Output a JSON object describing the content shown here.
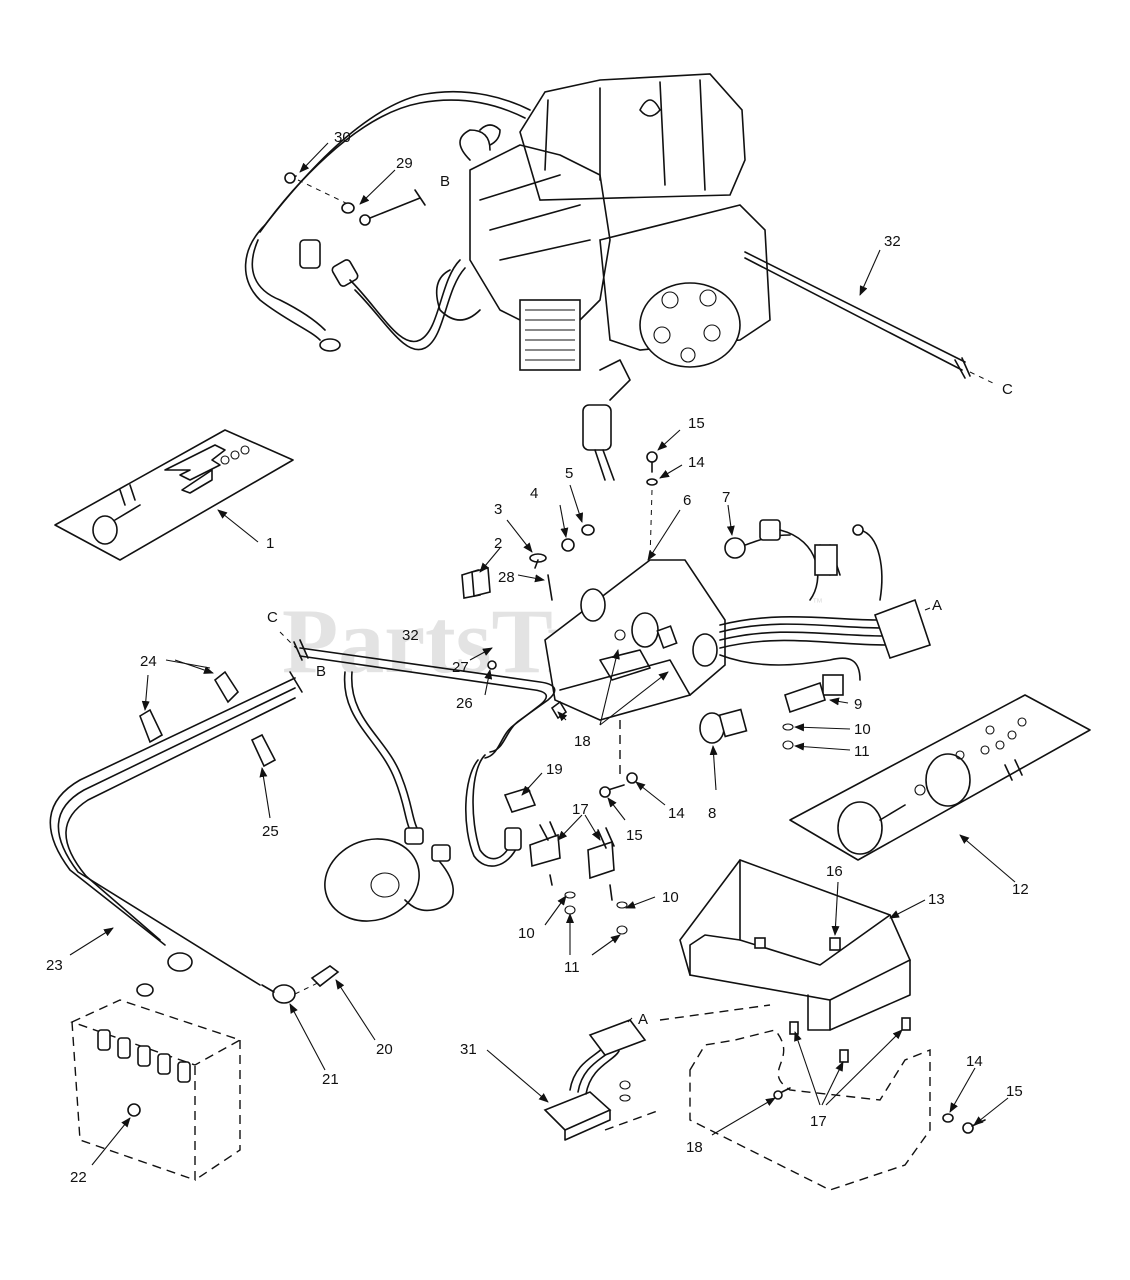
{
  "watermark": {
    "text": "PartsTree",
    "mark": "™"
  },
  "callouts": [
    {
      "id": "c30",
      "text": "30"
    },
    {
      "id": "c29",
      "text": "29"
    },
    {
      "id": "cB1",
      "text": "B"
    },
    {
      "id": "c32a",
      "text": "32"
    },
    {
      "id": "cC1",
      "text": "C"
    },
    {
      "id": "c15a",
      "text": "15"
    },
    {
      "id": "c14a",
      "text": "14"
    },
    {
      "id": "c1",
      "text": "1"
    },
    {
      "id": "c5",
      "text": "5"
    },
    {
      "id": "c4",
      "text": "4"
    },
    {
      "id": "c3",
      "text": "3"
    },
    {
      "id": "c6",
      "text": "6"
    },
    {
      "id": "c7",
      "text": "7"
    },
    {
      "id": "c2",
      "text": "2"
    },
    {
      "id": "c28",
      "text": "28"
    },
    {
      "id": "cA1",
      "text": "A"
    },
    {
      "id": "cC2",
      "text": "C"
    },
    {
      "id": "c32b",
      "text": "32"
    },
    {
      "id": "c24",
      "text": "24"
    },
    {
      "id": "cB2",
      "text": "B"
    },
    {
      "id": "c27",
      "text": "27"
    },
    {
      "id": "c26",
      "text": "26"
    },
    {
      "id": "c9",
      "text": "9"
    },
    {
      "id": "c10a",
      "text": "10"
    },
    {
      "id": "c11a",
      "text": "11"
    },
    {
      "id": "c18a",
      "text": "18"
    },
    {
      "id": "c19",
      "text": "19"
    },
    {
      "id": "c8",
      "text": "8"
    },
    {
      "id": "c14b",
      "text": "14"
    },
    {
      "id": "c15b",
      "text": "15"
    },
    {
      "id": "c17a",
      "text": "17"
    },
    {
      "id": "c25",
      "text": "25"
    },
    {
      "id": "c12",
      "text": "12"
    },
    {
      "id": "c16",
      "text": "16"
    },
    {
      "id": "c13",
      "text": "13"
    },
    {
      "id": "c10b",
      "text": "10"
    },
    {
      "id": "c10c",
      "text": "10"
    },
    {
      "id": "c11b",
      "text": "11"
    },
    {
      "id": "c23",
      "text": "23"
    },
    {
      "id": "c20",
      "text": "20"
    },
    {
      "id": "c21",
      "text": "21"
    },
    {
      "id": "cA2",
      "text": "A"
    },
    {
      "id": "c31",
      "text": "31"
    },
    {
      "id": "c14c",
      "text": "14"
    },
    {
      "id": "c15c",
      "text": "15"
    },
    {
      "id": "c17b",
      "text": "17"
    },
    {
      "id": "c18b",
      "text": "18"
    },
    {
      "id": "c22",
      "text": "22"
    }
  ]
}
